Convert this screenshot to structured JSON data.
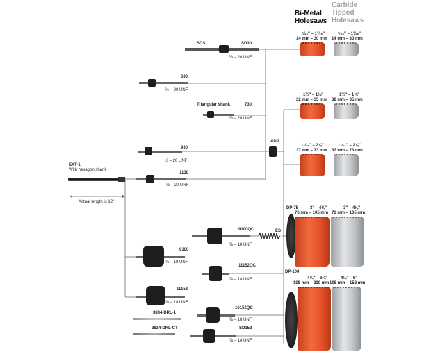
{
  "headers": {
    "bimetal": [
      "Bi-Metal",
      "Holesaws"
    ],
    "carbide": [
      "Carbide",
      "Tipped",
      "Holesaws"
    ],
    "bimetal_color": "#e8532a",
    "carbide_color": "#b9bcbf"
  },
  "ext1": {
    "code": "EXT-1",
    "desc": "With hexagon shank",
    "length_note": "Actual length is 12\""
  },
  "arbors": {
    "sds": "SDS",
    "sd30": "SD30",
    "sd30_thread": "½ – 20 UNF",
    "a630": "630",
    "a630_thread": "½ – 20 UNF",
    "tri_label": "Triangular shank",
    "a730": "730",
    "a730_thread": "½ – 20 UNF",
    "a930": "930",
    "a930_thread": "½ – 20 UNF",
    "a1130": "1130",
    "a1130_thread": "½ – 20 UNF",
    "a9100qc": "9100QC",
    "a9100qc_thread": "⅝ – 18 UNF",
    "a9100": "9100",
    "a9100_thread": "⅝ – 18 UNF",
    "a11152qc": "11152QC",
    "a11152qc_thread": "⅝ – 18 UNF",
    "a11152": "11152",
    "a11152_thread": "⅝ – 18 UNF",
    "a16152qc": "16152QC",
    "a16152qc_thread": "⅝ – 18 UNF",
    "drl1": "3834-DRL-1",
    "drlct": "3834-DRL-CT",
    "sd152": "SD152",
    "sd152_thread": "⅝ – 18 UNF"
  },
  "adapters": {
    "adp": "ADP",
    "es": "ES",
    "dp75": "DP-75",
    "dp100": "DP-100"
  },
  "ranges": [
    {
      "bimetal_in": "⁹⁄₁₆\" – 1³⁄₁₆\"",
      "bimetal_mm": "14 mm – 30 mm",
      "carbide_in": "⁹⁄₁₆\" – 1³⁄₁₆\"",
      "carbide_mm": "14 mm – 30 mm"
    },
    {
      "bimetal_in": "1¼\" – 1⅜\"",
      "bimetal_mm": "32 mm – 35 mm",
      "carbide_in": "1¼\" – 1⅜\"",
      "carbide_mm": "32 mm – 35 mm"
    },
    {
      "bimetal_in": "1⁷⁄₁₆\" – 2⅞\"",
      "bimetal_mm": "37 mm – 73 mm",
      "carbide_in": "1⁷⁄₁₆\" – 2⅞\"",
      "carbide_mm": "37 mm – 73 mm"
    },
    {
      "bimetal_in": "3\" – 4⅛\"",
      "bimetal_mm": "76 mm – 105 mm",
      "carbide_in": "3\" – 4⅛\"",
      "carbide_mm": "76 mm – 105 mm"
    },
    {
      "bimetal_in": "4¼\" – 8¼\"",
      "bimetal_mm": "108 mm – 210 mm",
      "carbide_in": "4¼\" – 6\"",
      "carbide_mm": "108 mm – 152 mm"
    }
  ]
}
